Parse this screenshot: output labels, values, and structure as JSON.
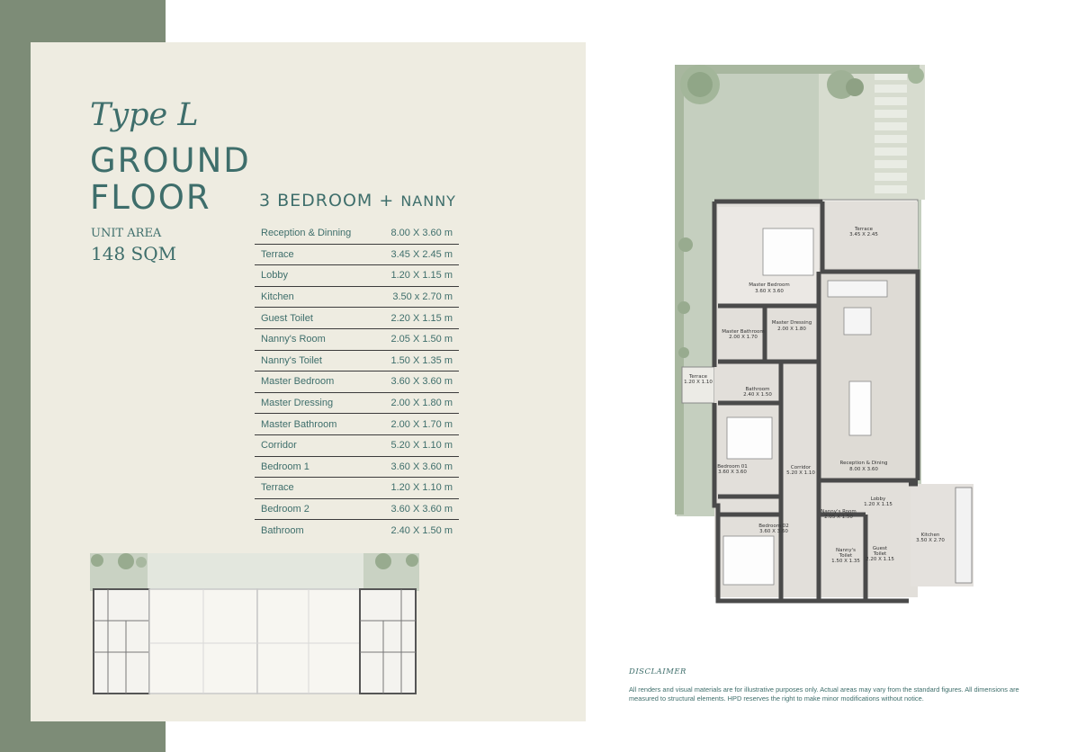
{
  "heading": {
    "type": "Type L",
    "floor_line1": "GROUND",
    "floor_line2": "FLOOR",
    "unit_area_label": "UNIT AREA",
    "unit_area_value": "148 SQM",
    "bedroom_text": "3 BEDROOM",
    "plus": "+",
    "nanny": "NANNY"
  },
  "areas": [
    {
      "room": "Reception & Dinning",
      "dim": "8.00 X 3.60 m"
    },
    {
      "room": "Terrace",
      "dim": "3.45 X 2.45 m"
    },
    {
      "room": "Lobby",
      "dim": "1.20 X 1.15 m"
    },
    {
      "room": "Kitchen",
      "dim": "3.50 x 2.70 m"
    },
    {
      "room": "Guest Toilet",
      "dim": "2.20 X 1.15 m"
    },
    {
      "room": "Nanny's Room",
      "dim": "2.05 X 1.50 m"
    },
    {
      "room": "Nanny's Toilet",
      "dim": "1.50 X 1.35 m"
    },
    {
      "room": "Master Bedroom",
      "dim": "3.60 X 3.60 m"
    },
    {
      "room": "Master Dressing",
      "dim": "2.00 X 1.80 m"
    },
    {
      "room": "Master Bathroom",
      "dim": "2.00 X 1.70 m"
    },
    {
      "room": "Corridor",
      "dim": "5.20 X 1.10 m"
    },
    {
      "room": "Bedroom 1",
      "dim": "3.60 X 3.60 m"
    },
    {
      "room": "Terrace",
      "dim": "1.20 X 1.10 m"
    },
    {
      "room": "Bedroom 2",
      "dim": "3.60 X 3.60 m"
    },
    {
      "room": "Bathroom",
      "dim": "2.40 X 1.50 m"
    }
  ],
  "plan_labels": {
    "terrace_top": "Terrace",
    "terrace_top_dim": "3.45 X 2.45",
    "master_bedroom": "Master Bedroom",
    "master_bedroom_dim": "3.60 X 3.60",
    "master_dressing": "Master Dressing",
    "master_dressing_dim": "2.00 X 1.80",
    "master_bathroom": "Master Bathroom",
    "master_bathroom_dim": "2.00 X 1.70",
    "terrace_side": "Terrace",
    "terrace_side_dim": "1.20 X 1.10",
    "bathroom": "Bathroom",
    "bathroom_dim": "2.40 X 1.50",
    "bedroom_01": "Bedroom 01",
    "bedroom_01_dim": "3.60 X 3.60",
    "corridor": "Corridor",
    "corridor_dim": "5.20 X 1.10",
    "reception": "Reception & Dining",
    "reception_dim": "8.00 X 3.60",
    "lobby": "Lobby",
    "lobby_dim": "1.20 X 1.15",
    "nanny_room": "Nanny's Room",
    "nanny_room_dim": "2.05 X 1.50",
    "bedroom_02": "Bedroom 02",
    "bedroom_02_dim": "3.60 X 3.60",
    "nanny_toilet_1": "Nanny's",
    "nanny_toilet_2": "Toilet",
    "nanny_toilet_dim": "1.50 X 1.35",
    "guest_toilet_1": "Guest",
    "guest_toilet_2": "Toilet",
    "guest_toilet_dim": "2.20 X 1.15",
    "kitchen": "Kitchen",
    "kitchen_dim": "3.50 X 2.70"
  },
  "disclaimer": {
    "title": "DISCLAIMER",
    "text": "All renders and visual materials are for illustrative purposes only. Actual areas may vary from the standard figures. All dimensions are measured to structural elements. HPD reserves the right to make minor modifications without notice."
  },
  "colors": {
    "accent": "#3e6e6b",
    "sidebar": "#7d8c77",
    "panel": "#eeece1",
    "lawn": "#c5cfbf",
    "wall": "#4a4a4a"
  }
}
